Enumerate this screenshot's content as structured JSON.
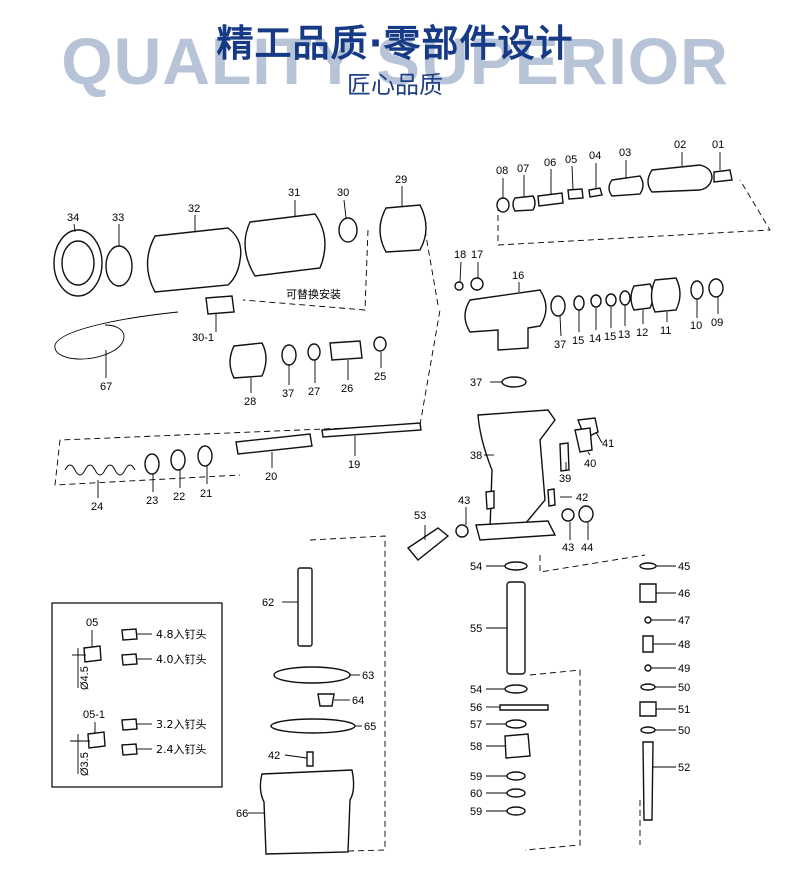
{
  "header": {
    "watermark": "QUALITY SUPERIOR",
    "title": "精工品质·零部件设计",
    "subtitle": "匠心品质"
  },
  "diagram": {
    "parts": {
      "p01": "01",
      "p02": "02",
      "p03": "03",
      "p04": "04",
      "p05": "05",
      "p06": "06",
      "p07": "07",
      "p08": "08",
      "p09": "09",
      "p10": "10",
      "p11": "11",
      "p12": "12",
      "p13": "13",
      "p14": "14",
      "p15a": "15",
      "p15b": "15",
      "p16": "16",
      "p17": "17",
      "p18": "18",
      "p19": "19",
      "p20": "20",
      "p21": "21",
      "p22": "22",
      "p23": "23",
      "p24": "24",
      "p25": "25",
      "p26": "26",
      "p27": "27",
      "p28": "28",
      "p29": "29",
      "p30": "30",
      "p30_1": "30-1",
      "p31": "31",
      "p32": "32",
      "p33": "33",
      "p34": "34",
      "p37a": "37",
      "p37b": "37",
      "p37c": "37",
      "p38": "38",
      "p39": "39",
      "p40": "40",
      "p41": "41",
      "p42a": "42",
      "p42b": "42",
      "p43a": "43",
      "p43b": "43",
      "p44": "44",
      "p45": "45",
      "p46": "46",
      "p47": "47",
      "p48": "48",
      "p49": "49",
      "p50a": "50",
      "p50b": "50",
      "p51": "51",
      "p52": "52",
      "p53": "53",
      "p54a": "54",
      "p54b": "54",
      "p55": "55",
      "p56": "56",
      "p57": "57",
      "p58": "58",
      "p59a": "59",
      "p59b": "59",
      "p60": "60",
      "p62": "62",
      "p63": "63",
      "p64": "64",
      "p65": "65",
      "p66": "66",
      "p67": "67"
    },
    "replaceable_note": "可替换安装",
    "inset": {
      "upper": {
        "label": "05",
        "dim": "Ø4.5",
        "opt1": "4.8入钉头",
        "opt2": "4.0入钉头"
      },
      "lower": {
        "label": "05-1",
        "dim": "Ø3.5",
        "opt1": "3.2入钉头",
        "opt2": "2.4入钉头"
      }
    }
  }
}
